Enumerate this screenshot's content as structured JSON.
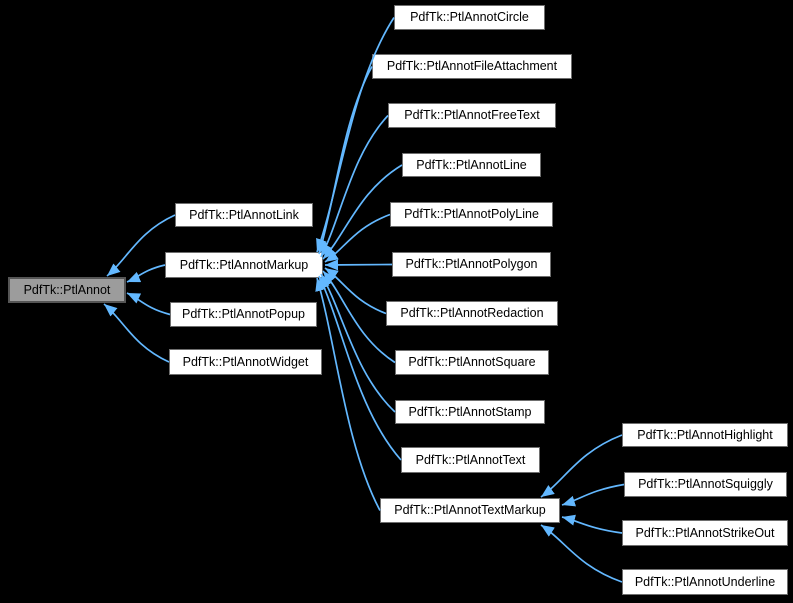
{
  "diagram": {
    "type": "class-inheritance-graph",
    "root_class": "PdfTk::PtlAnnot",
    "arrow_direction": "derived-to-base",
    "colors": {
      "background": "#000000",
      "edge": "#63b8ff",
      "node_fill": "#ffffff",
      "node_border": "#6e6e6e",
      "root_fill": "#9c9c9c",
      "root_border": "#555555",
      "text": "#000000"
    },
    "nodes": [
      {
        "id": "annot",
        "label": "PdfTk::PtlAnnot",
        "is_root": true
      },
      {
        "id": "link",
        "label": "PdfTk::PtlAnnotLink",
        "is_root": false
      },
      {
        "id": "markup",
        "label": "PdfTk::PtlAnnotMarkup",
        "is_root": false
      },
      {
        "id": "popup",
        "label": "PdfTk::PtlAnnotPopup",
        "is_root": false
      },
      {
        "id": "widget",
        "label": "PdfTk::PtlAnnotWidget",
        "is_root": false
      },
      {
        "id": "circle",
        "label": "PdfTk::PtlAnnotCircle",
        "is_root": false
      },
      {
        "id": "fileattachment",
        "label": "PdfTk::PtlAnnotFileAttachment",
        "is_root": false
      },
      {
        "id": "freetext",
        "label": "PdfTk::PtlAnnotFreeText",
        "is_root": false
      },
      {
        "id": "line",
        "label": "PdfTk::PtlAnnotLine",
        "is_root": false
      },
      {
        "id": "polyline",
        "label": "PdfTk::PtlAnnotPolyLine",
        "is_root": false
      },
      {
        "id": "polygon",
        "label": "PdfTk::PtlAnnotPolygon",
        "is_root": false
      },
      {
        "id": "redaction",
        "label": "PdfTk::PtlAnnotRedaction",
        "is_root": false
      },
      {
        "id": "square",
        "label": "PdfTk::PtlAnnotSquare",
        "is_root": false
      },
      {
        "id": "stamp",
        "label": "PdfTk::PtlAnnotStamp",
        "is_root": false
      },
      {
        "id": "text",
        "label": "PdfTk::PtlAnnotText",
        "is_root": false
      },
      {
        "id": "textmarkup",
        "label": "PdfTk::PtlAnnotTextMarkup",
        "is_root": false
      },
      {
        "id": "highlight",
        "label": "PdfTk::PtlAnnotHighlight",
        "is_root": false
      },
      {
        "id": "squiggly",
        "label": "PdfTk::PtlAnnotSquiggly",
        "is_root": false
      },
      {
        "id": "strikeout",
        "label": "PdfTk::PtlAnnotStrikeOut",
        "is_root": false
      },
      {
        "id": "underline",
        "label": "PdfTk::PtlAnnotUnderline",
        "is_root": false
      }
    ],
    "edges": [
      {
        "from": "link",
        "to": "annot"
      },
      {
        "from": "markup",
        "to": "annot"
      },
      {
        "from": "popup",
        "to": "annot"
      },
      {
        "from": "widget",
        "to": "annot"
      },
      {
        "from": "circle",
        "to": "markup"
      },
      {
        "from": "fileattachment",
        "to": "markup"
      },
      {
        "from": "freetext",
        "to": "markup"
      },
      {
        "from": "line",
        "to": "markup"
      },
      {
        "from": "polyline",
        "to": "markup"
      },
      {
        "from": "polygon",
        "to": "markup"
      },
      {
        "from": "redaction",
        "to": "markup"
      },
      {
        "from": "square",
        "to": "markup"
      },
      {
        "from": "stamp",
        "to": "markup"
      },
      {
        "from": "text",
        "to": "markup"
      },
      {
        "from": "textmarkup",
        "to": "markup"
      },
      {
        "from": "highlight",
        "to": "textmarkup"
      },
      {
        "from": "squiggly",
        "to": "textmarkup"
      },
      {
        "from": "strikeout",
        "to": "textmarkup"
      },
      {
        "from": "underline",
        "to": "textmarkup"
      }
    ]
  }
}
